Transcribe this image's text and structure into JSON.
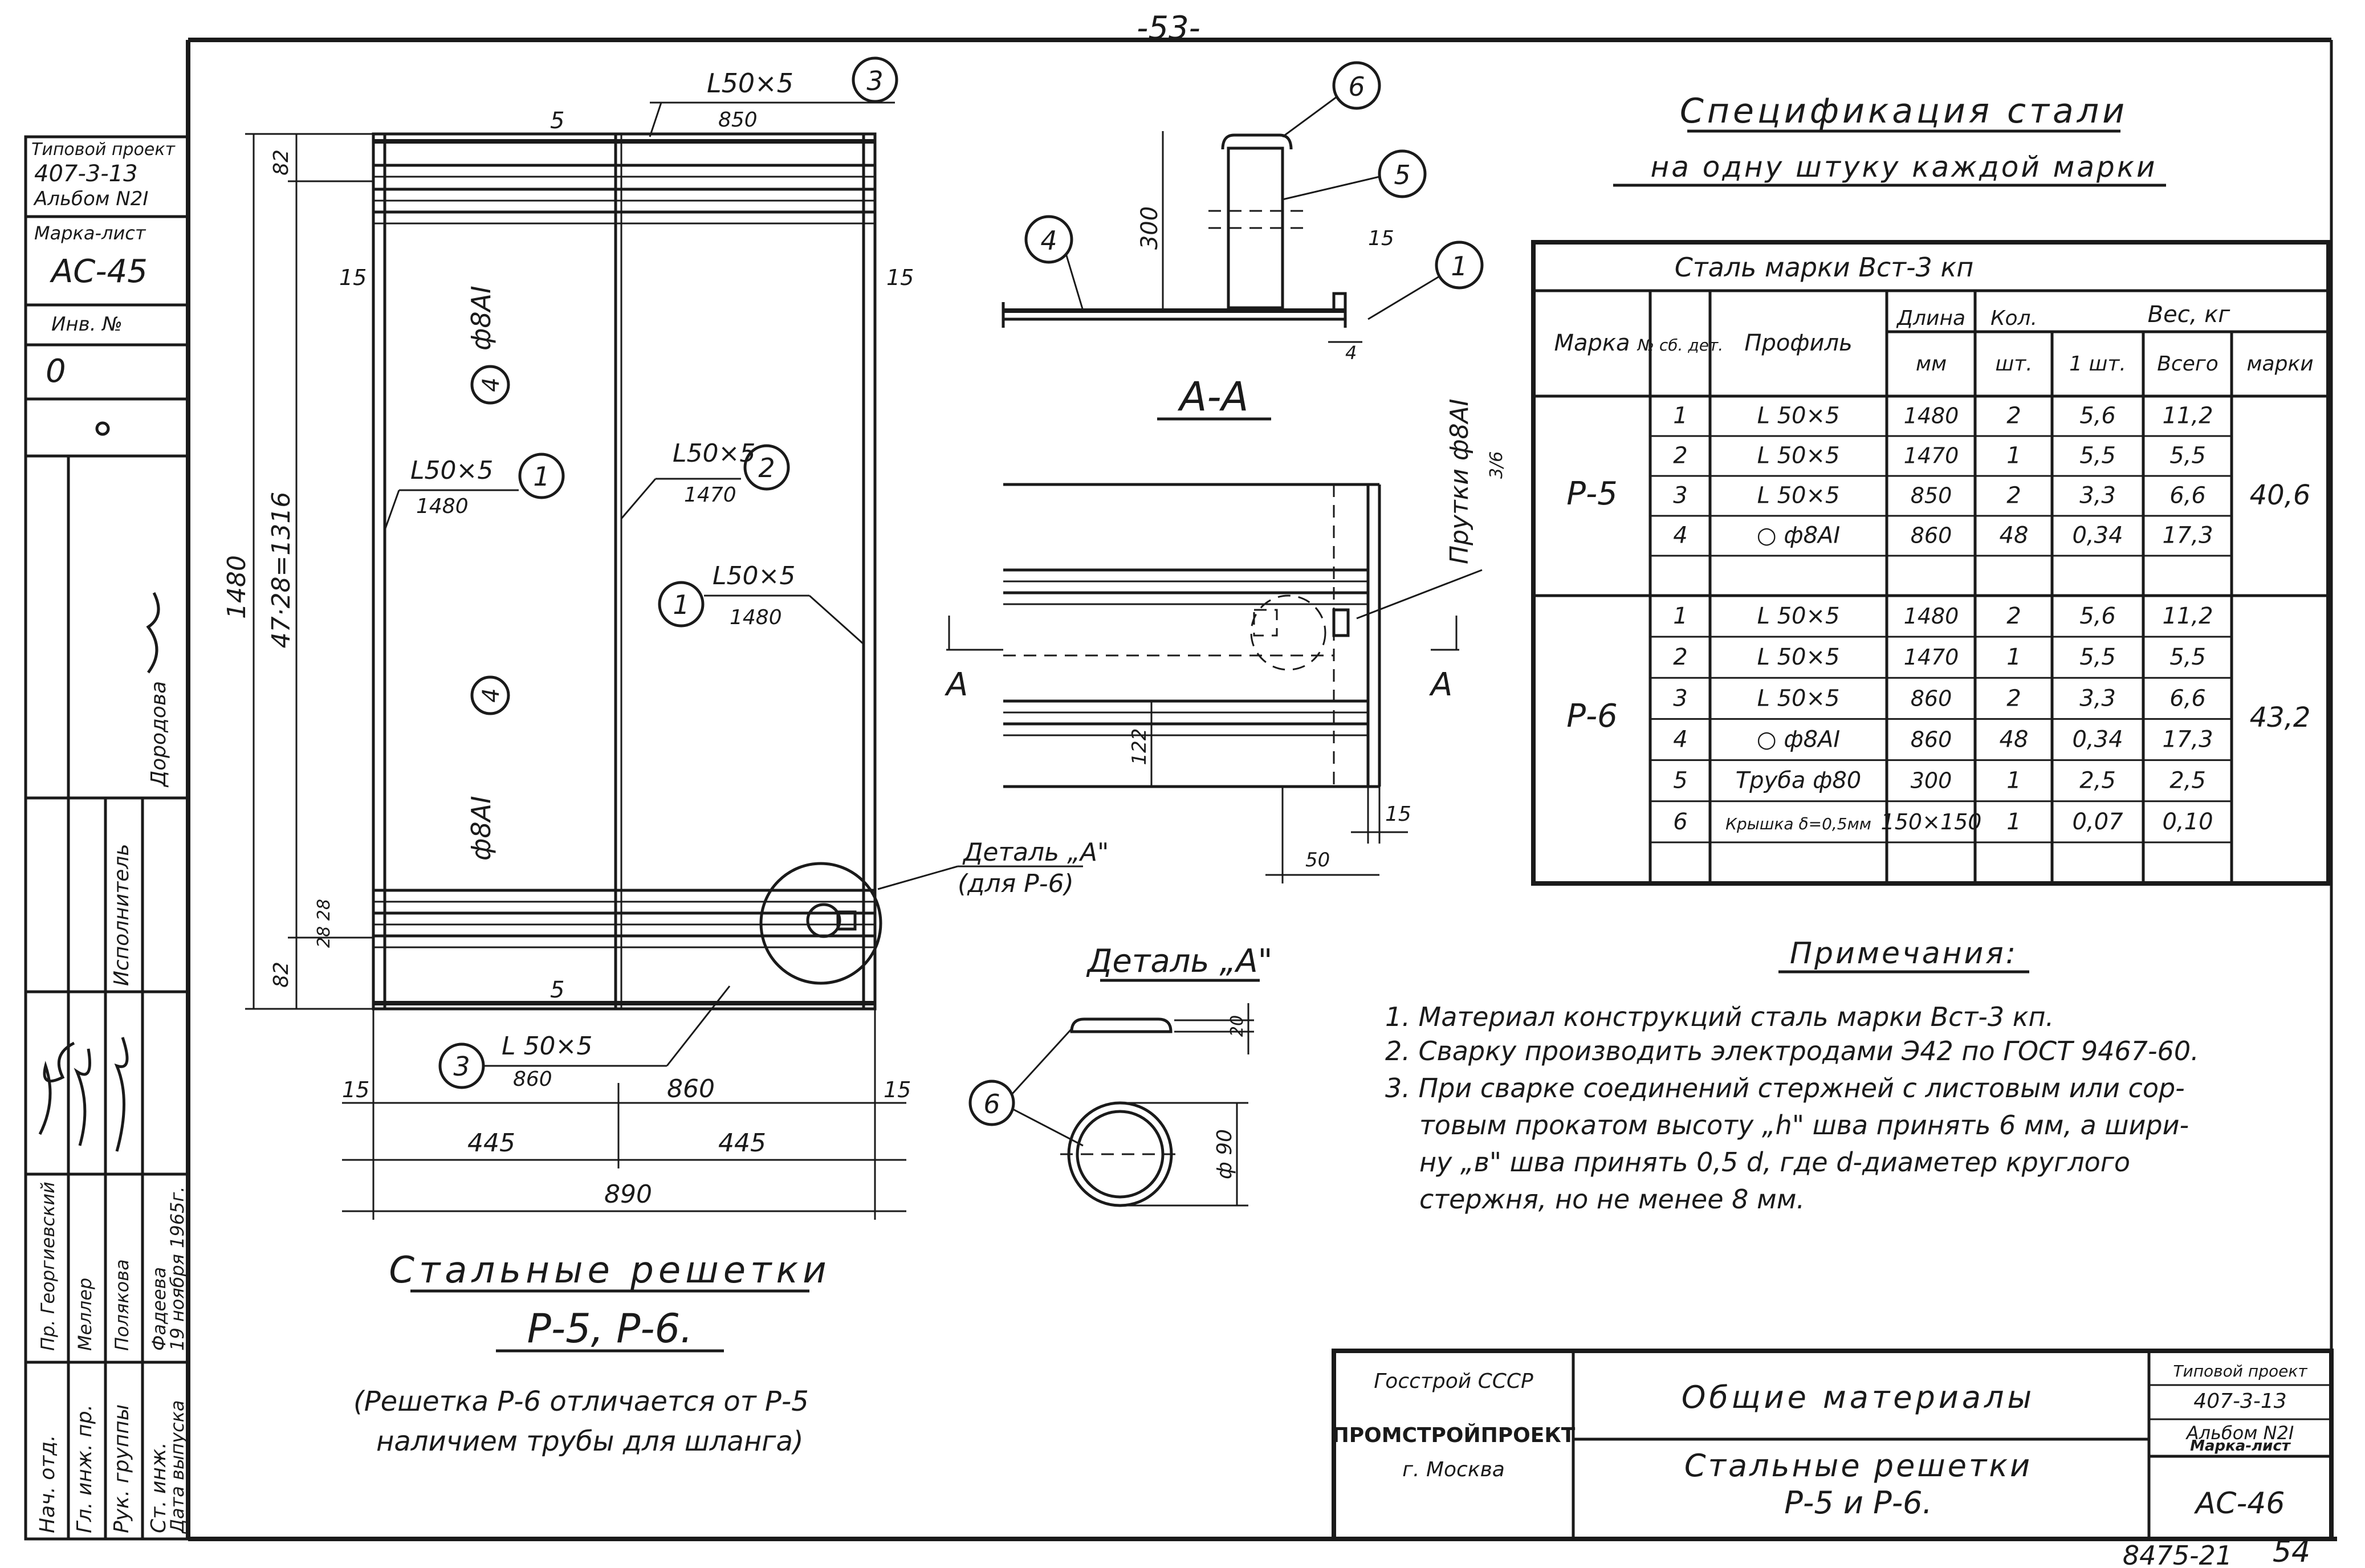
{
  "sheet_number": "-53-",
  "stamp": {
    "header": "Типовой проект",
    "project_no": "407-3-13",
    "album": "Альбом N2I",
    "mark_label": "Марка-лист",
    "mark_value": "АС-45",
    "inv_label": "Инв. №",
    "inv_value": "0"
  },
  "signatures": {
    "roles": [
      "Нач. отд.",
      "Гл. инж. пр.",
      "Рук. группы",
      "Ст. инж.",
      "Исполнитель",
      "Дата выпуска"
    ],
    "names": [
      "Пр. Георгиевский",
      "Меллер",
      "Полякова",
      "Фадеева",
      "Дородова"
    ],
    "date": "19 ноября 1965г."
  },
  "front_view": {
    "callout_top": {
      "profile": "L50×5",
      "length": "850",
      "mark": "3"
    },
    "callout_left": {
      "profile": "L50×5",
      "length": "1480",
      "mark": "1"
    },
    "callout_center": {
      "profile": "L50×5",
      "length": "1470",
      "mark": "2"
    },
    "callout_right": {
      "profile": "L50×5",
      "length": "1480",
      "mark": "1"
    },
    "callout_bottom": {
      "profile": "L 50×5",
      "length": "860",
      "mark": "3"
    },
    "rod_mark": "4",
    "rod_label": "ф8АI",
    "dims": {
      "top_offset": "5",
      "bottom_offset": "5",
      "side_left": "15",
      "side_right": "15",
      "top_band": "82",
      "bottom_band": "82",
      "overall_height": "1480",
      "spacing_chain": "47·28=1316",
      "bottom_spacing": "28 28",
      "bottom_length": "860",
      "half_left": "445",
      "half_right": "445",
      "overall_width": "890",
      "bottom_left_edge": "15",
      "bottom_right_edge": "15"
    },
    "detail_ref": "Деталь „А\"",
    "detail_ref_note": "(для Р-6)"
  },
  "section_aa": {
    "title": "А-А",
    "marks": [
      "6",
      "5",
      "4",
      "1"
    ],
    "dim_height": "300",
    "dim_15": "15",
    "dim_4": "4"
  },
  "plan_view": {
    "label_a_left": "А",
    "label_a_right": "А",
    "rod_note": "Прутки ф8АI",
    "rod_note_sub": "3/6",
    "dim_122": "122",
    "dim_15": "15",
    "dim_50": "50"
  },
  "detail_a": {
    "title": "Деталь „А\"",
    "mark": "6",
    "dim_20": "20",
    "dim_90": "ф 90"
  },
  "main_title": "Стальные решетки",
  "main_subtitle": "Р-5, Р-6.",
  "main_note_line1": "(Решетка Р-6 отличается от Р-5",
  "main_note_line2": "наличием трубы для шланга)",
  "spec": {
    "title": "Спецификация стали",
    "subtitle": "на одну штуку каждой марки",
    "steel_grade": "Сталь марки Вст-3 кп",
    "headers": {
      "mark": "Марка",
      "detail_no": "№ сб. дет.",
      "profile": "Профиль",
      "length": "Длина",
      "length_unit": "мм",
      "qty": "Кол.",
      "qty_unit": "шт.",
      "weight": "Вес, кг",
      "per_piece": "1 шт.",
      "total": "Всего",
      "per_mark": "марки"
    },
    "groups": [
      {
        "mark": "Р-5",
        "mark_total": "40,6",
        "rows": [
          {
            "no": "1",
            "profile": "L 50×5",
            "length": "1480",
            "qty": "2",
            "unit": "5,6",
            "total": "11,2"
          },
          {
            "no": "2",
            "profile": "L 50×5",
            "length": "1470",
            "qty": "1",
            "unit": "5,5",
            "total": "5,5"
          },
          {
            "no": "3",
            "profile": "L 50×5",
            "length": "850",
            "qty": "2",
            "unit": "3,3",
            "total": "6,6"
          },
          {
            "no": "4",
            "profile": "○ ф8АI",
            "length": "860",
            "qty": "48",
            "unit": "0,34",
            "total": "17,3"
          },
          {
            "no": "",
            "profile": "",
            "length": "",
            "qty": "",
            "unit": "",
            "total": ""
          }
        ]
      },
      {
        "mark": "Р-6",
        "mark_total": "43,2",
        "rows": [
          {
            "no": "1",
            "profile": "L 50×5",
            "length": "1480",
            "qty": "2",
            "unit": "5,6",
            "total": "11,2"
          },
          {
            "no": "2",
            "profile": "L 50×5",
            "length": "1470",
            "qty": "1",
            "unit": "5,5",
            "total": "5,5"
          },
          {
            "no": "3",
            "profile": "L 50×5",
            "length": "860",
            "qty": "2",
            "unit": "3,3",
            "total": "6,6"
          },
          {
            "no": "4",
            "profile": "○ ф8АI",
            "length": "860",
            "qty": "48",
            "unit": "0,34",
            "total": "17,3"
          },
          {
            "no": "5",
            "profile": "Труба ф80",
            "length": "300",
            "qty": "1",
            "unit": "2,5",
            "total": "2,5"
          },
          {
            "no": "6",
            "profile": "Крышка δ=0,5мм",
            "length": "150×150",
            "qty": "1",
            "unit": "0,07",
            "total": "0,10"
          },
          {
            "no": "",
            "profile": "",
            "length": "",
            "qty": "",
            "unit": "",
            "total": ""
          }
        ]
      }
    ]
  },
  "notes": {
    "title": "Примечания:",
    "items": [
      "1. Материал конструкций сталь марки Вст-3 кп.",
      "2. Сварку производить электродами Э42 по ГОСТ 9467-60.",
      "3. При сварке соединений стержней с листовым или сор-",
      "товым прокатом высоту „h\" шва принять 6 мм, а шири-",
      "ну „в\" шва принять 0,5 d, где d-диаметер круглого",
      "стержня, но не менее 8 мм."
    ]
  },
  "title_block": {
    "org1": "Госстрой СССР",
    "org2": "ПРОМСТРОЙПРОЕКТ",
    "org3": "г. Москва",
    "section": "Общие материалы",
    "drawing_line1": "Стальные решетки",
    "drawing_line2": "Р-5 и Р-6.",
    "project_label": "Типовой проект",
    "project_no": "407-3-13",
    "album": "Альбом N2I",
    "sheet_label": "Марка-лист",
    "sheet_value": "АС-46"
  },
  "footer_code": "8475-21",
  "footer_page": "54"
}
